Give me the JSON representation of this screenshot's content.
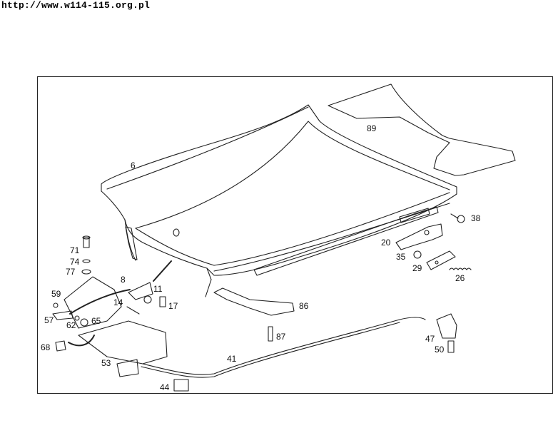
{
  "header": {
    "url": "http://www.w114-115.org.pl"
  },
  "callouts": [
    {
      "id": "6",
      "label": "6"
    },
    {
      "id": "89",
      "label": "89"
    },
    {
      "id": "38",
      "label": "38"
    },
    {
      "id": "20",
      "label": "20"
    },
    {
      "id": "35",
      "label": "35"
    },
    {
      "id": "29",
      "label": "29"
    },
    {
      "id": "26",
      "label": "26"
    },
    {
      "id": "71",
      "label": "71"
    },
    {
      "id": "74",
      "label": "74"
    },
    {
      "id": "77",
      "label": "77"
    },
    {
      "id": "8",
      "label": "8"
    },
    {
      "id": "11",
      "label": "11"
    },
    {
      "id": "59",
      "label": "59"
    },
    {
      "id": "14",
      "label": "14"
    },
    {
      "id": "17",
      "label": "17"
    },
    {
      "id": "86",
      "label": "86"
    },
    {
      "id": "57",
      "label": "57"
    },
    {
      "id": "62",
      "label": "62"
    },
    {
      "id": "65",
      "label": "65"
    },
    {
      "id": "87",
      "label": "87"
    },
    {
      "id": "47",
      "label": "47"
    },
    {
      "id": "68",
      "label": "68"
    },
    {
      "id": "41",
      "label": "41"
    },
    {
      "id": "50",
      "label": "50"
    },
    {
      "id": "53",
      "label": "53"
    },
    {
      "id": "44",
      "label": "44"
    }
  ]
}
